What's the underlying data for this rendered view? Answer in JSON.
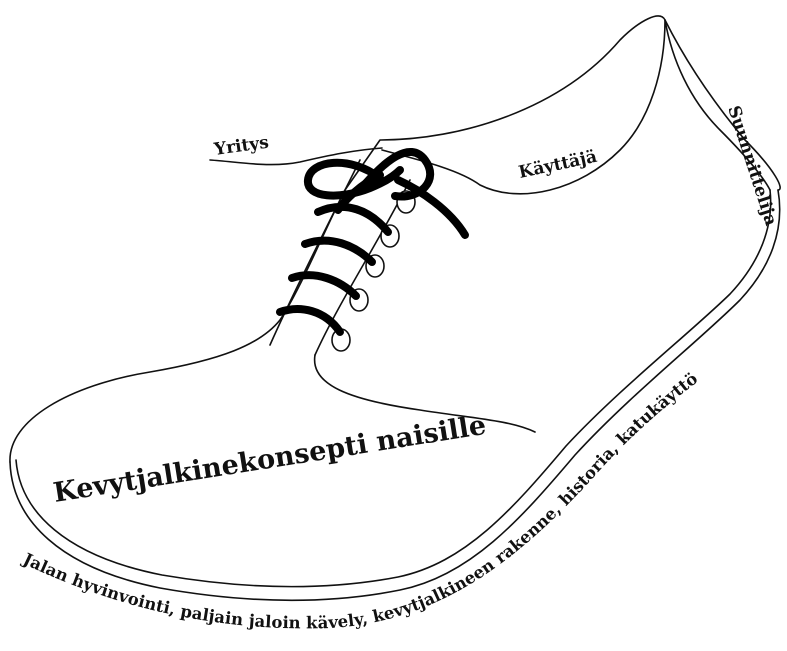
{
  "labels": {
    "yritys": "Yritys",
    "kayttaja": "Käyttäjä",
    "suunnittelija": "Suunnittelija",
    "concept": "Kevytjalkinekonsepti naisille",
    "curve_text": "Jalan hyvinvointi, paljain jaloin kävely, kevytjalkineen rakenne, historia, katukäyttö"
  },
  "colors": {
    "outline": "#111111",
    "lace": "#000000",
    "background": "#ffffff"
  }
}
